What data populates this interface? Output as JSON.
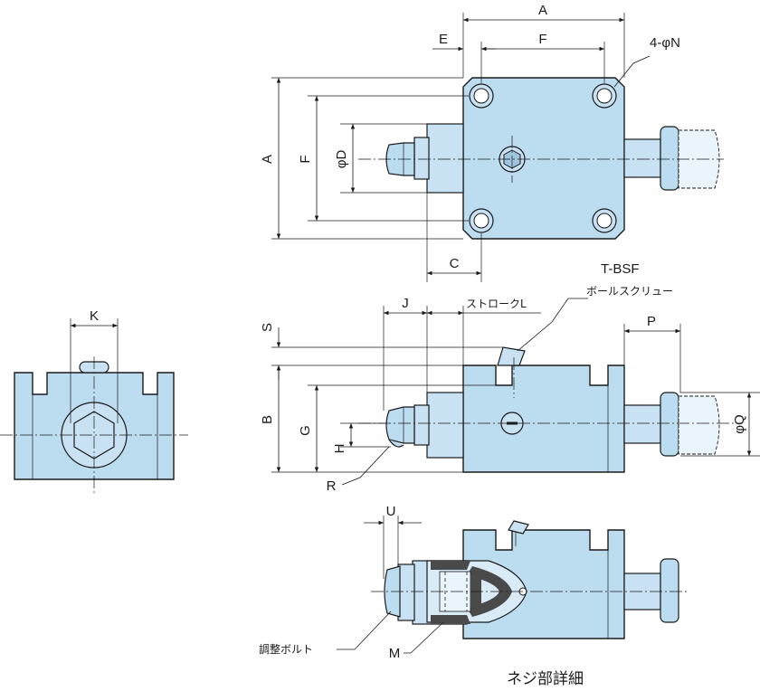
{
  "top_view": {
    "dim_A_top": "A",
    "dim_E": "E",
    "dim_F_top": "F",
    "hole_label": "4-φN",
    "dim_A_left": "A",
    "dim_F_left": "F",
    "dim_D": "φD",
    "dim_C": "C"
  },
  "side_view": {
    "dim_K": "K"
  },
  "front_view": {
    "dim_J": "J",
    "stroke_label": "ストロークL",
    "screw_code": "T-BSF",
    "screw_name": "ボールスクリュー",
    "dim_P": "P",
    "dim_S": "S",
    "dim_B": "B",
    "dim_G": "G",
    "dim_H": "H",
    "dim_R": "R",
    "dim_Q": "φQ"
  },
  "detail_view": {
    "dim_U": "U",
    "bolt_label": "調整ボルト",
    "dim_M": "M",
    "caption": "ネジ部詳細"
  }
}
